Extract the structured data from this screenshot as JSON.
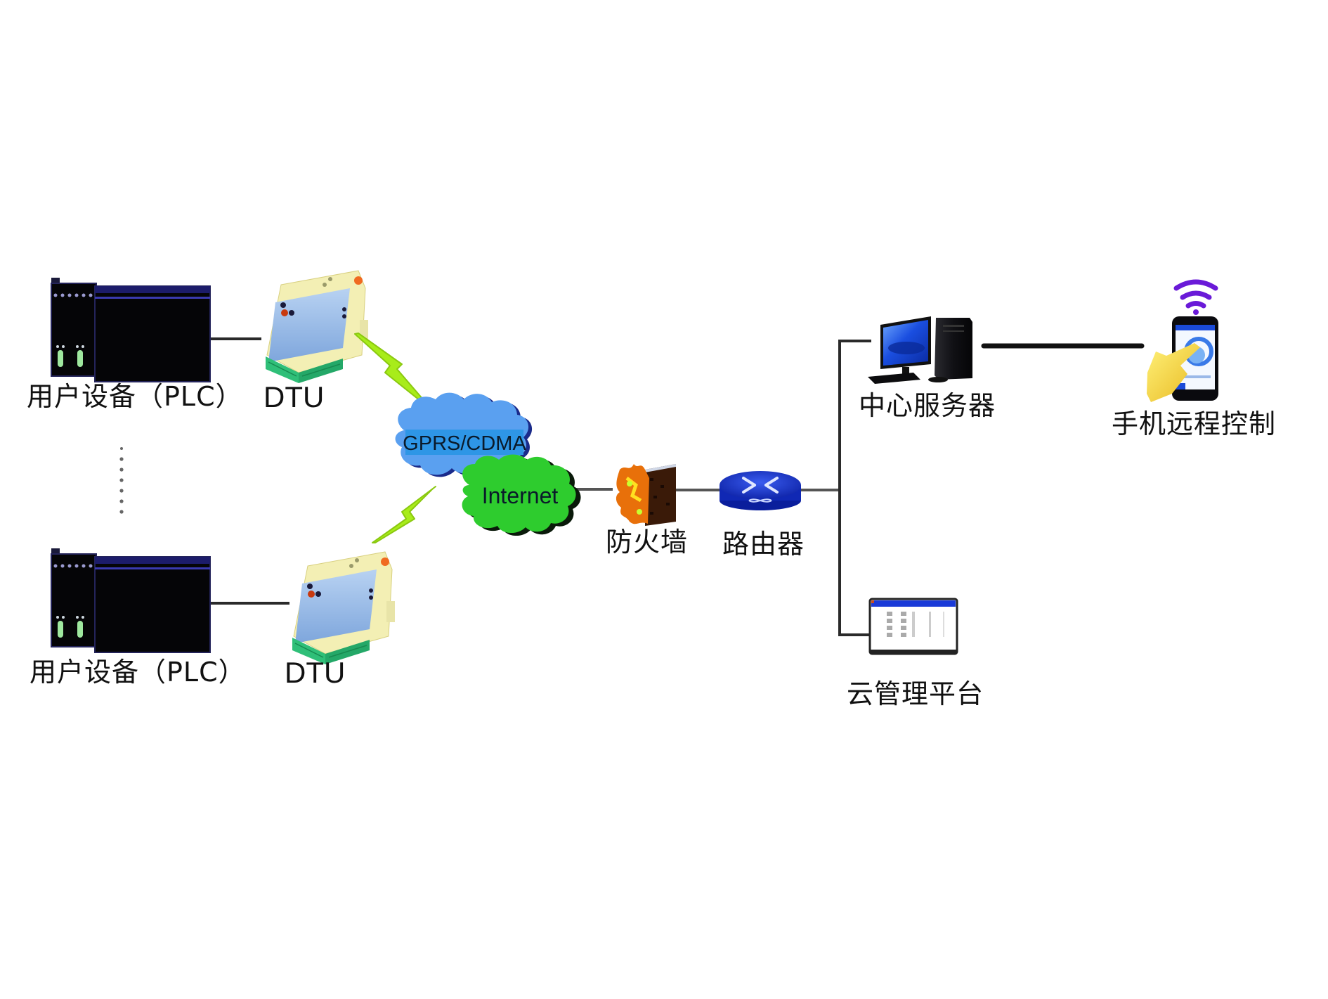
{
  "diagram": {
    "title": "DTU remote monitoring network topology",
    "nodes": {
      "plc_top": {
        "label": "用户设备（PLC）",
        "icon": "plc-icon"
      },
      "dtu_top": {
        "label": "DTU",
        "icon": "dtu-icon"
      },
      "plc_bottom": {
        "label": "用户设备（PLC）",
        "icon": "plc-icon"
      },
      "dtu_bottom": {
        "label": "DTU",
        "icon": "dtu-icon"
      },
      "gprs": {
        "label": "GPRS/CDMA",
        "icon": "cloud-icon"
      },
      "internet": {
        "label": "Internet",
        "icon": "cloud-icon"
      },
      "firewall": {
        "label": "防火墙",
        "icon": "firewall-icon"
      },
      "router": {
        "label": "路由器",
        "icon": "router-icon"
      },
      "server": {
        "label": "中心服务器",
        "icon": "computer-icon"
      },
      "mobile": {
        "label": "手机远程控制",
        "icon": "smartphone-icon"
      },
      "cloud_platform": {
        "label": "云管理平台",
        "icon": "app-window-icon"
      }
    },
    "edges": [
      {
        "from": "plc_top",
        "to": "dtu_top",
        "type": "wired"
      },
      {
        "from": "plc_bottom",
        "to": "dtu_bottom",
        "type": "wired"
      },
      {
        "from": "dtu_top",
        "to": "gprs",
        "type": "wireless"
      },
      {
        "from": "dtu_bottom",
        "to": "gprs",
        "type": "wireless"
      },
      {
        "from": "internet",
        "to": "firewall",
        "type": "wired"
      },
      {
        "from": "firewall",
        "to": "router",
        "type": "wired"
      },
      {
        "from": "router",
        "to": "server",
        "type": "wired"
      },
      {
        "from": "router",
        "to": "cloud_platform",
        "type": "wired"
      },
      {
        "from": "server",
        "to": "mobile",
        "type": "wired"
      }
    ],
    "ellipsis": "more user devices",
    "colors": {
      "plc_body": "#050507",
      "plc_trim": "#2a2a8a",
      "dtu_case": "#f4f0b8",
      "dtu_panel": "#8fb4e0",
      "dtu_terminal": "#2fbf78",
      "lightning": "#a8ec1a",
      "gprs_cloud": "#5aa0f0",
      "gprs_text_bg": "#2e96e6",
      "internet_cloud": "#2ecc2e",
      "firewall": "#e8700a",
      "router": "#1434c8",
      "wifi": "#6a1ad8",
      "line": "#2a2a2a"
    }
  }
}
